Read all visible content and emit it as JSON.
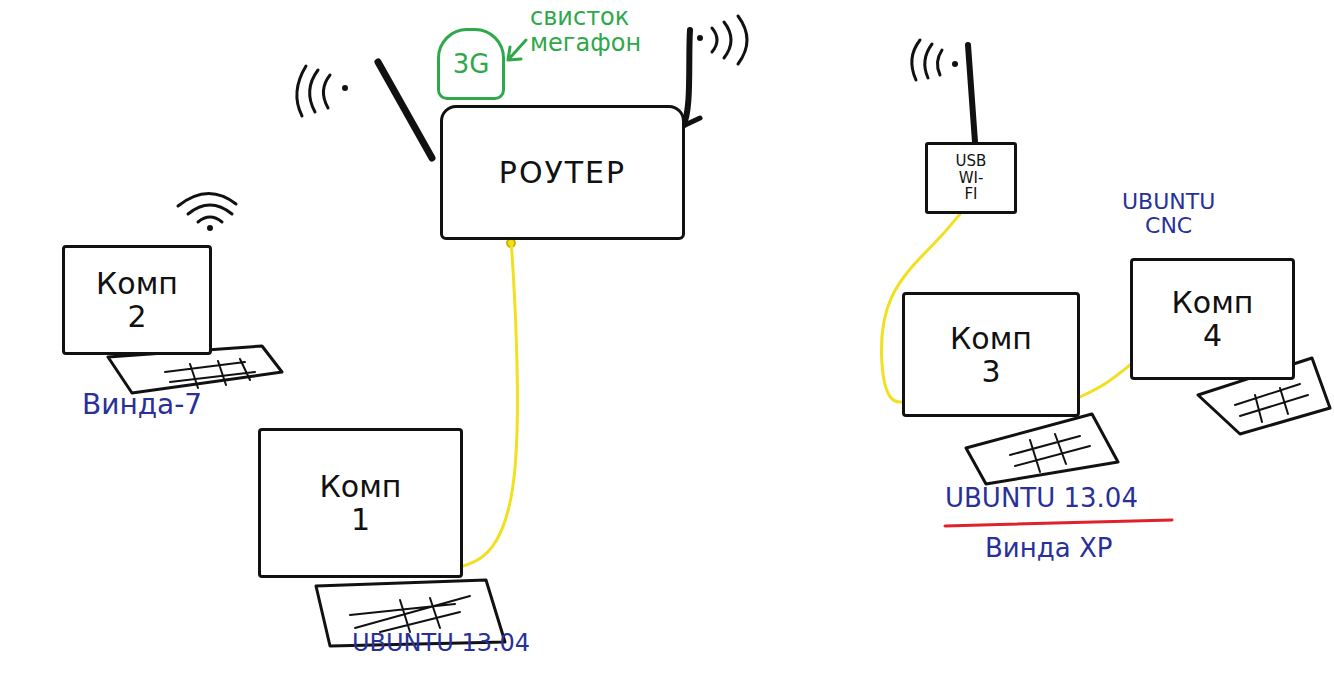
{
  "diagram": {
    "nodes": [
      {
        "text": [
          "РОУТЕР"
        ]
      },
      {
        "text": [
          "3G"
        ]
      },
      {
        "text": [
          "Комп 2"
        ]
      },
      {
        "text": [
          "Комп 1"
        ]
      },
      {
        "text": [
          "USB WI-FI"
        ]
      },
      {
        "text": [
          "Комп 3"
        ]
      },
      {
        "text": [
          "Комп 4"
        ]
      }
    ],
    "edges": [
      {
        "from": 0,
        "to": 3,
        "arrow": "none"
      },
      {
        "from": 4,
        "to": 5,
        "arrow": "none"
      },
      {
        "from": 5,
        "to": 6,
        "arrow": "none"
      }
    ],
    "labels": [
      "свисток мегафон",
      "Винда-7",
      "UBUNTU 13.04",
      "UBUNTU CNC",
      "UBUNTU 13.04",
      "Винда XP"
    ]
  }
}
